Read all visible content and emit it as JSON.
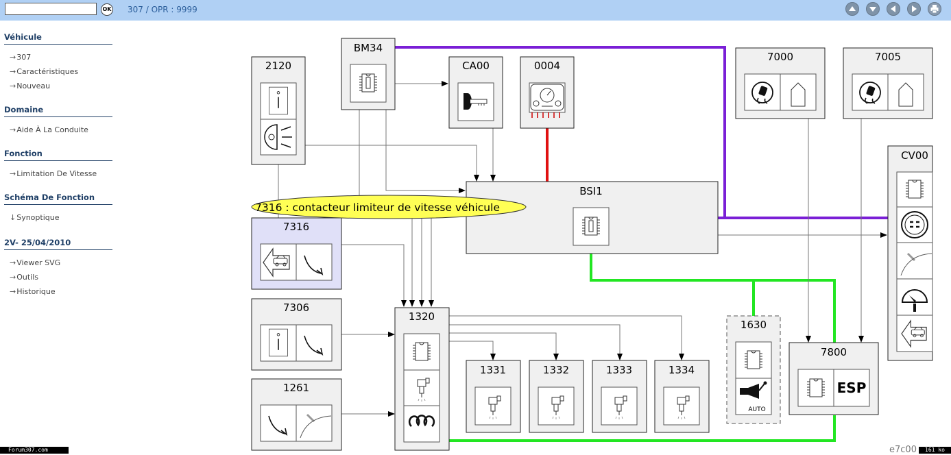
{
  "topbar": {
    "search_value": "",
    "ok_label": "OK",
    "breadcrumb": "307  /  OPR : 9999",
    "nav_icons": [
      "arrow-up-icon",
      "arrow-down-icon",
      "arrow-left-icon",
      "arrow-right-icon",
      "printer-icon"
    ]
  },
  "sidebar": {
    "sections": [
      {
        "title": "Véhicule",
        "items": [
          {
            "arrow": "→",
            "label": "307"
          },
          {
            "arrow": "→",
            "label": "Caractéristiques"
          },
          {
            "arrow": "→",
            "label": "Nouveau"
          }
        ]
      },
      {
        "title": "Domaine",
        "items": [
          {
            "arrow": "→",
            "label": "Aide À La Conduite"
          }
        ]
      },
      {
        "title": "Fonction",
        "items": [
          {
            "arrow": "→",
            "label": "Limitation De Vitesse"
          }
        ]
      },
      {
        "title": "Schéma De Fonction",
        "items": [
          {
            "arrow": "↓",
            "label": "Synoptique"
          }
        ]
      },
      {
        "title": "2V- 25/04/2010",
        "items": [
          {
            "arrow": "→",
            "label": "Viewer SVG"
          },
          {
            "arrow": "→",
            "label": "Outils"
          },
          {
            "arrow": "→",
            "label": "Historique"
          }
        ]
      }
    ]
  },
  "diagram": {
    "tooltip": "7316 : contacteur limiteur de vitesse véhicule",
    "components": {
      "c2120": "2120",
      "bm34": "BM34",
      "ca00": "CA00",
      "c0004": "0004",
      "c7000": "7000",
      "c7005": "7005",
      "cv00": "CV00",
      "bsi1": "BSI1",
      "c7316": "7316",
      "c7306": "7306",
      "c1261": "1261",
      "c1320": "1320",
      "c1331": "1331",
      "c1332": "1332",
      "c1333": "1333",
      "c1334": "1334",
      "c1630": "1630",
      "c7800": "7800"
    },
    "icon_labels": {
      "esp": "ESP",
      "auto": "AUTO"
    },
    "wire_colors": {
      "purple": "#7a1fd6",
      "green": "#22e622",
      "red": "#e01010",
      "thin": "#777777"
    }
  },
  "footer": {
    "left": "Forum307.com",
    "right": "161 ko",
    "code": "e7c00"
  }
}
